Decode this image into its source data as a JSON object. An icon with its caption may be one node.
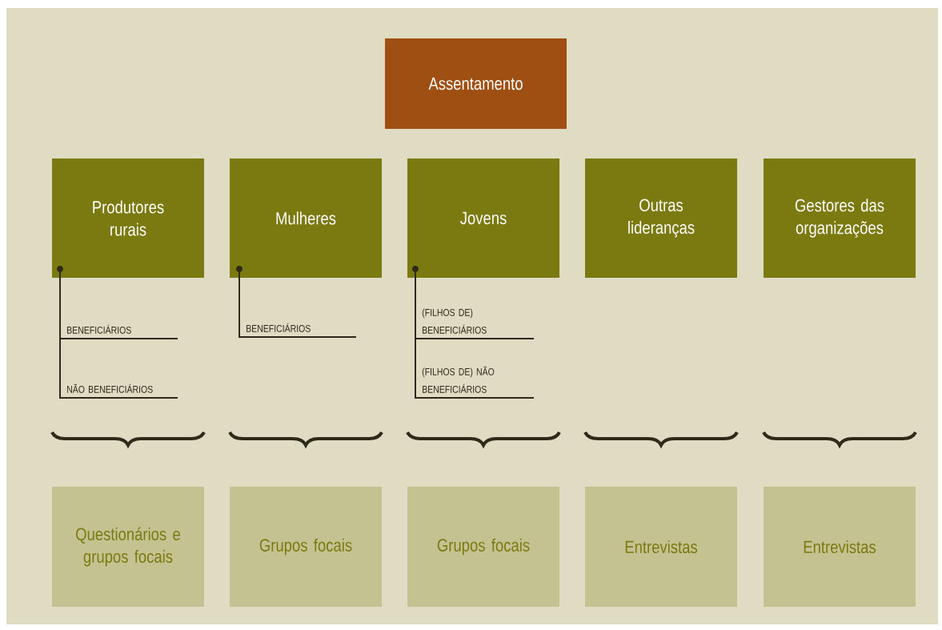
{
  "diagram": {
    "nodes": [
      {
        "text": [
          "Assentamento"
        ]
      },
      {
        "text": [
          "Produtores rurais"
        ]
      },
      {
        "text": [
          "Mulheres"
        ]
      },
      {
        "text": [
          "Jovens"
        ]
      },
      {
        "text": [
          "Outras lideranças"
        ]
      },
      {
        "text": [
          "Gestores das organizações"
        ]
      },
      {
        "text": [
          "BENEFICIÁRIOS"
        ]
      },
      {
        "text": [
          "NÃO BENEFICIÁRIOS"
        ]
      },
      {
        "text": [
          "BENEFICIÁRIOS"
        ]
      },
      {
        "text": [
          "(FILHOS DE) BENEFICIÁRIOS"
        ]
      },
      {
        "text": [
          "(FILHOS DE) NÃO BENEFICIÁRIOS"
        ]
      },
      {
        "text": [
          "Questionários e grupos focais"
        ]
      },
      {
        "text": [
          "Grupos focais"
        ]
      },
      {
        "text": [
          "Grupos focais"
        ]
      },
      {
        "text": [
          "Entrevistas"
        ]
      },
      {
        "text": [
          "Entrevistas"
        ]
      }
    ],
    "edges": [
      {
        "from": 1,
        "to": 6,
        "arrow": "none"
      },
      {
        "from": 1,
        "to": 7,
        "arrow": "none"
      },
      {
        "from": 2,
        "to": 8,
        "arrow": "none"
      },
      {
        "from": 3,
        "to": 9,
        "arrow": "none"
      },
      {
        "from": 3,
        "to": 10,
        "arrow": "none"
      }
    ]
  }
}
